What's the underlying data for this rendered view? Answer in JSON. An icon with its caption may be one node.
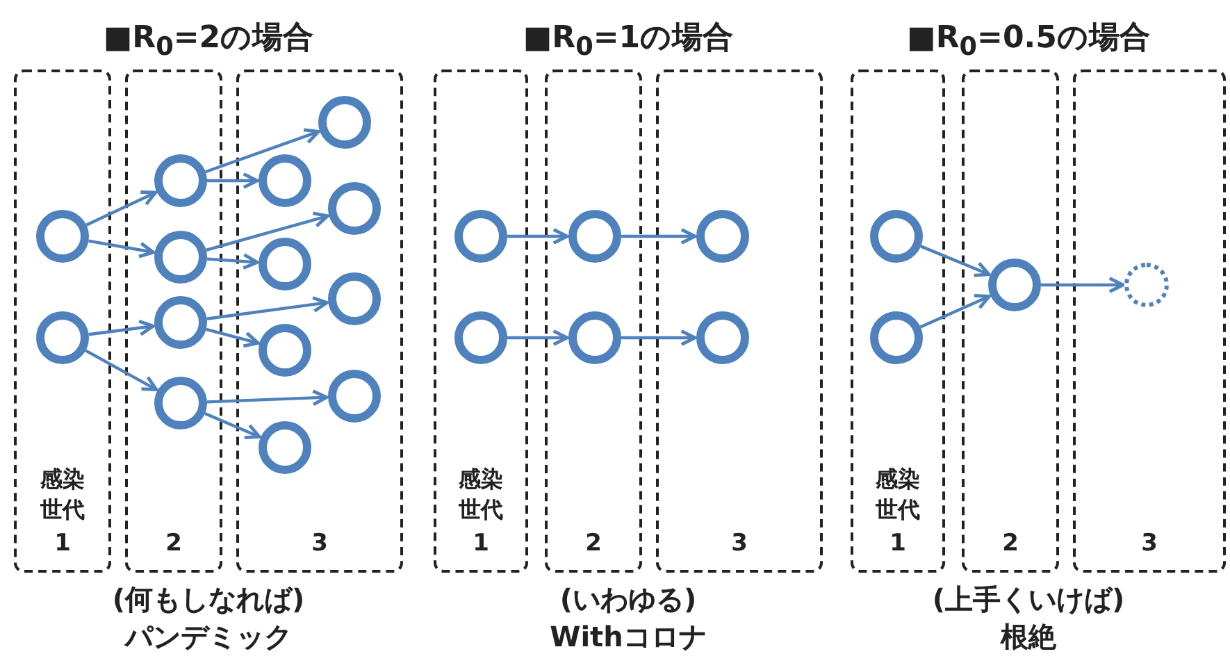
{
  "diagram": {
    "nodes": [
      {
        "text": [
          "感染世代",
          "1"
        ]
      },
      {
        "text": [],
        "shape": "circle",
        "in": 0
      },
      {
        "text": [],
        "shape": "circle",
        "in": 0
      },
      {
        "text": [
          "2"
        ]
      },
      {
        "text": [],
        "shape": "circle",
        "in": 3
      },
      {
        "text": [],
        "shape": "circle",
        "in": 3
      },
      {
        "text": [],
        "shape": "circle",
        "in": 3
      },
      {
        "text": [],
        "shape": "circle",
        "in": 3
      },
      {
        "text": [
          "3"
        ]
      },
      {
        "text": [],
        "shape": "circle",
        "in": 8
      },
      {
        "text": [],
        "shape": "circle",
        "in": 8
      },
      {
        "text": [],
        "shape": "circle",
        "in": 8
      },
      {
        "text": [],
        "shape": "circle",
        "in": 8
      },
      {
        "text": [],
        "shape": "circle",
        "in": 8
      },
      {
        "text": [],
        "shape": "circle",
        "in": 8
      },
      {
        "text": [],
        "shape": "circle",
        "in": 8
      },
      {
        "text": [],
        "shape": "circle",
        "in": 8
      },
      {
        "text": [
          "感染世代",
          "1"
        ]
      },
      {
        "text": [],
        "shape": "circle",
        "in": 17
      },
      {
        "text": [],
        "shape": "circle",
        "in": 17
      },
      {
        "text": [
          "2"
        ]
      },
      {
        "text": [],
        "shape": "circle",
        "in": 20
      },
      {
        "text": [],
        "shape": "circle",
        "in": 20
      },
      {
        "text": [
          "3"
        ]
      },
      {
        "text": [],
        "shape": "circle",
        "in": 23
      },
      {
        "text": [],
        "shape": "circle",
        "in": 23
      },
      {
        "text": [
          "感染世代",
          "1"
        ]
      },
      {
        "text": [],
        "shape": "circle",
        "in": 26
      },
      {
        "text": [],
        "shape": "circle",
        "in": 26
      },
      {
        "text": [
          "2"
        ]
      },
      {
        "text": [],
        "shape": "circle",
        "in": 29
      },
      {
        "text": [
          "3"
        ]
      },
      {
        "text": [],
        "shape": "dotted-circle",
        "in": 31
      }
    ],
    "edges": [
      {
        "from": 1,
        "to": 4,
        "arrow": "to"
      },
      {
        "from": 1,
        "to": 5,
        "arrow": "to"
      },
      {
        "from": 2,
        "to": 6,
        "arrow": "to"
      },
      {
        "from": 2,
        "to": 7,
        "arrow": "to"
      },
      {
        "from": 4,
        "to": 9,
        "arrow": "to"
      },
      {
        "from": 4,
        "to": 10,
        "arrow": "to"
      },
      {
        "from": 5,
        "to": 11,
        "arrow": "to"
      },
      {
        "from": 5,
        "to": 12,
        "arrow": "to"
      },
      {
        "from": 6,
        "to": 13,
        "arrow": "to"
      },
      {
        "from": 6,
        "to": 14,
        "arrow": "to"
      },
      {
        "from": 7,
        "to": 15,
        "arrow": "to"
      },
      {
        "from": 7,
        "to": 16,
        "arrow": "to"
      },
      {
        "from": 18,
        "to": 21,
        "arrow": "to"
      },
      {
        "from": 19,
        "to": 22,
        "arrow": "to"
      },
      {
        "from": 21,
        "to": 24,
        "arrow": "to"
      },
      {
        "from": 22,
        "to": 25,
        "arrow": "to"
      },
      {
        "from": 27,
        "to": 30,
        "arrow": "to"
      },
      {
        "from": 28,
        "to": 30,
        "arrow": "to"
      },
      {
        "from": 30,
        "to": 32,
        "arrow": "to"
      }
    ],
    "labels": [
      "■R$_{0}$=2の場合",
      "■R$_{0}$=1の場合",
      "■R$_{0}$=0.5の場合",
      "(何もしなれば)",
      "パンデミック",
      "(いわゆる)",
      "Withコロナ",
      "(上手くいけば)",
      "根絶"
    ]
  }
}
